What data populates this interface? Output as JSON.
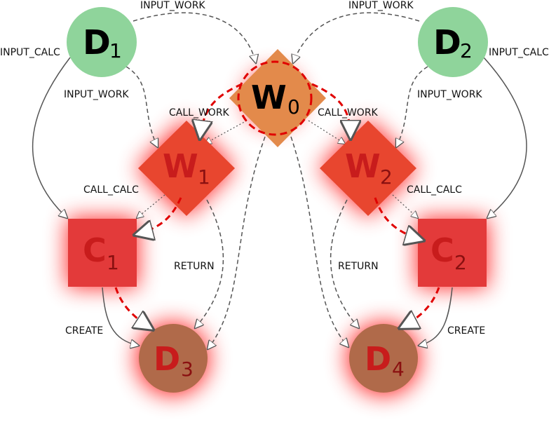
{
  "nodes": {
    "d1": {
      "label": "D",
      "sub": "1"
    },
    "d2": {
      "label": "D",
      "sub": "2"
    },
    "w0": {
      "label": "W",
      "sub": "0"
    },
    "w1": {
      "label": "W",
      "sub": "1"
    },
    "w2": {
      "label": "W",
      "sub": "2"
    },
    "c1": {
      "label": "C",
      "sub": "1"
    },
    "c2": {
      "label": "C",
      "sub": "2"
    },
    "d3": {
      "label": "D",
      "sub": "3"
    },
    "d4": {
      "label": "D",
      "sub": "4"
    }
  },
  "edges": {
    "input_work": "INPUT_WORK",
    "input_calc": "INPUT_CALC",
    "call_work": "CALL_WORK",
    "call_calc": "CALL_CALC",
    "return": "RETURN",
    "create": "CREATE"
  },
  "colors": {
    "data_node": "#8fd49b",
    "root_worker": "#e38a4b",
    "highlight_red": "#ff0000",
    "edge_gray": "#555555",
    "highlight_dashed": "#e00000",
    "dimmed_node": "#b06a4a"
  }
}
